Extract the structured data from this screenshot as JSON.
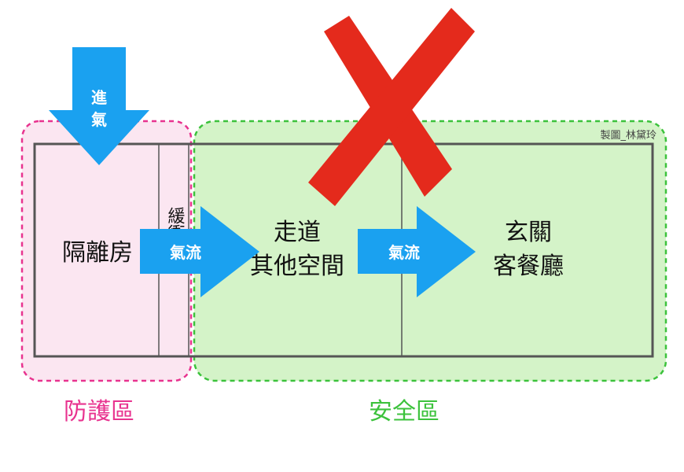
{
  "credit": "製圖_林黛玲",
  "rooms": {
    "isolation": "隔離房",
    "buffer": "緩衝區",
    "corridor_line1": "走道",
    "corridor_line2": "其他空間",
    "entrance_line1": "玄關",
    "entrance_line2": "客餐廳"
  },
  "arrows": {
    "intake_line1": "進",
    "intake_line2": "氣",
    "airflow_1": "氣流",
    "airflow_2": "氣流"
  },
  "zones": {
    "protection": "防護區",
    "safe": "安全區"
  },
  "colors": {
    "protection_zone": "#e8338f",
    "protection_fill": "#fbe6f1",
    "safe_zone": "#3cc23c",
    "safe_fill": "#d4f3c8",
    "arrow": "#1aa1f0",
    "cross": "#e42a1c",
    "wall": "#555555"
  }
}
